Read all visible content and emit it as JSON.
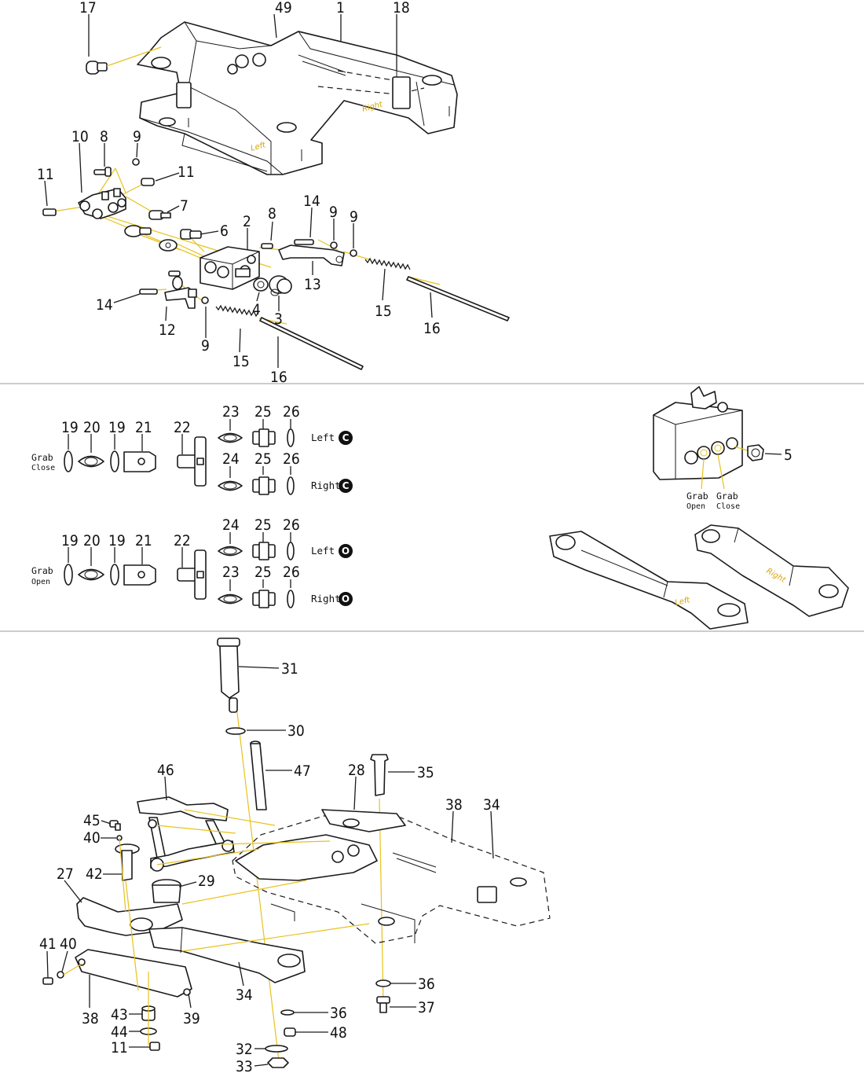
{
  "callouts": {
    "c17": "17",
    "c49": "49",
    "c1": "1",
    "c18": "18",
    "c10": "10",
    "c8a": "8",
    "c9a": "9",
    "c11a": "11",
    "c11b": "11",
    "c7": "7",
    "c6": "6",
    "c2": "2",
    "c8b": "8",
    "c14a": "14",
    "c9b": "9",
    "c9c": "9",
    "c13": "13",
    "c15a": "15",
    "c16a": "16",
    "c14b": "14",
    "c4": "4",
    "c3": "3",
    "c12": "12",
    "c9d": "9",
    "c15b": "15",
    "c16b": "16",
    "c5": "5",
    "c31": "31",
    "c30": "30",
    "c47": "47",
    "c46": "46",
    "c28": "28",
    "c35": "35",
    "c38a": "38",
    "c34a": "34",
    "c45": "45",
    "c40a": "40",
    "c42": "42",
    "c27": "27",
    "c29": "29",
    "c41": "41",
    "c40b": "40",
    "c34b": "34",
    "c38b": "38",
    "c39": "39",
    "c43": "43",
    "c44": "44",
    "c11c": "11",
    "c36a": "36",
    "c37": "37",
    "c36b": "36",
    "c48": "48",
    "c32": "32",
    "c33": "33"
  },
  "on_part_labels": {
    "right_top": "Right",
    "left_top": "Left",
    "left_cyl": "Left",
    "right_cyl": "Right"
  },
  "hose_section": {
    "close_row": {
      "label_line1": "Grab",
      "label_line2": "Close",
      "numbers": [
        "19",
        "20",
        "19",
        "21",
        "22"
      ],
      "upper": {
        "numbers": [
          "23",
          "25",
          "26"
        ],
        "side": "Left",
        "badge": "C"
      },
      "lower": {
        "numbers": [
          "24",
          "25",
          "26"
        ],
        "side": "Right",
        "badge": "C"
      }
    },
    "open_row": {
      "label_line1": "Grab",
      "label_line2": "Open",
      "numbers": [
        "19",
        "20",
        "19",
        "21",
        "22"
      ],
      "upper": {
        "numbers": [
          "24",
          "25",
          "26"
        ],
        "side": "Left",
        "badge": "O"
      },
      "lower": {
        "numbers": [
          "23",
          "25",
          "26"
        ],
        "side": "Right",
        "badge": "O"
      }
    }
  },
  "valve_ports": {
    "open_line1": "Grab",
    "open_line2": "Open",
    "close_line1": "Grab",
    "close_line2": "Close"
  },
  "colors": {
    "leader_yellow": "#e8c21c",
    "ink": "#1a1a1a",
    "divider": "#9a9a9a"
  }
}
